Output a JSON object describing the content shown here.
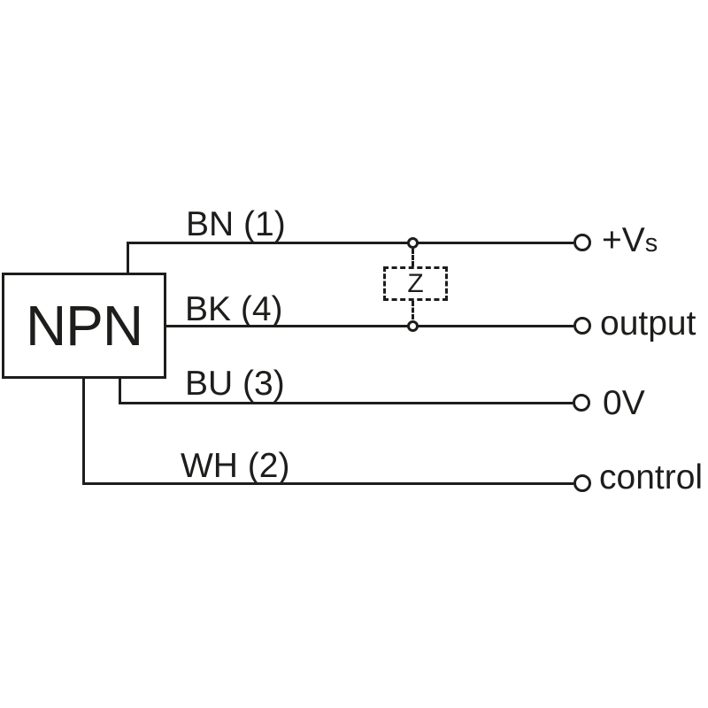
{
  "device": {
    "label": "NPN"
  },
  "z_box": {
    "label": "Z"
  },
  "wires": [
    {
      "label": "BN (1)",
      "terminal": {
        "text": "+V",
        "sub": "s"
      }
    },
    {
      "label": "BK (4)",
      "terminal": {
        "text": "output"
      }
    },
    {
      "label": "BU (3)",
      "terminal": {
        "text": "0V"
      }
    },
    {
      "label": "WH (2)",
      "terminal": {
        "text": "control"
      }
    }
  ],
  "colors": {
    "line": "#1d1d1b",
    "background": "#ffffff"
  }
}
